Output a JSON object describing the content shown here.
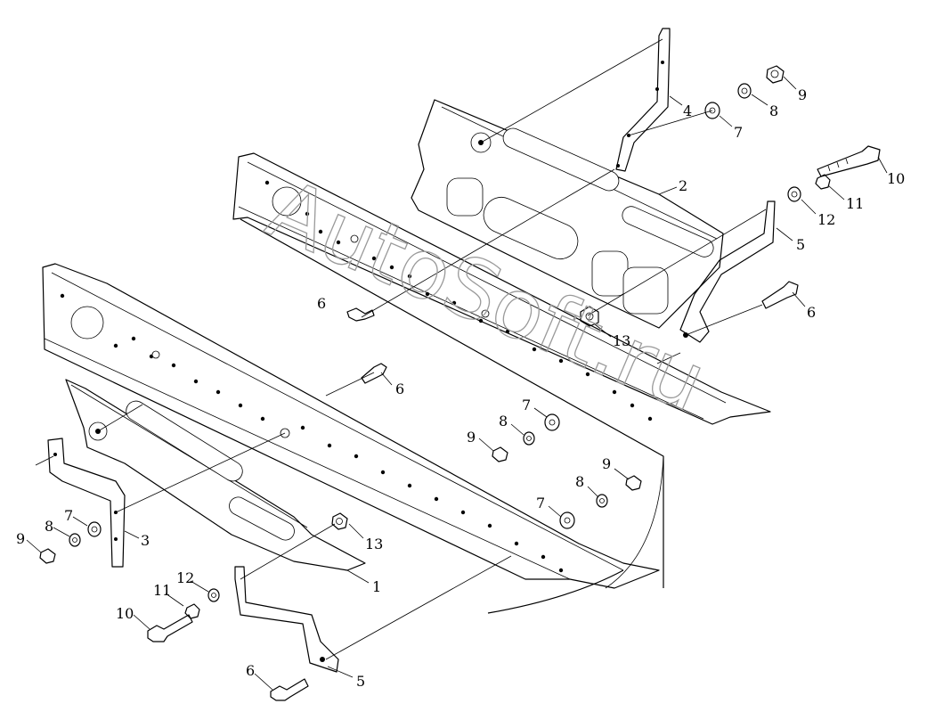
{
  "watermark": "AutoSoft.ru",
  "callouts": {
    "c1": "1",
    "c2": "2",
    "c3": "3",
    "c4": "4",
    "c5a": "5",
    "c5b": "5",
    "c6a": "6",
    "c6b": "6",
    "c6c": "6",
    "c6d": "6",
    "c7a": "7",
    "c7b": "7",
    "c7c": "7",
    "c7d": "7",
    "c8a": "8",
    "c8b": "8",
    "c8c": "8",
    "c8d": "8",
    "c9a": "9",
    "c9b": "9",
    "c9c": "9",
    "c9d": "9",
    "c10a": "10",
    "c10b": "10",
    "c11a": "11",
    "c11b": "11",
    "c12a": "12",
    "c12b": "12",
    "c13a": "13",
    "c13b": "13"
  },
  "colors": {
    "line": "#000000",
    "watermark": "#9a9a9a",
    "background": "#ffffff"
  }
}
